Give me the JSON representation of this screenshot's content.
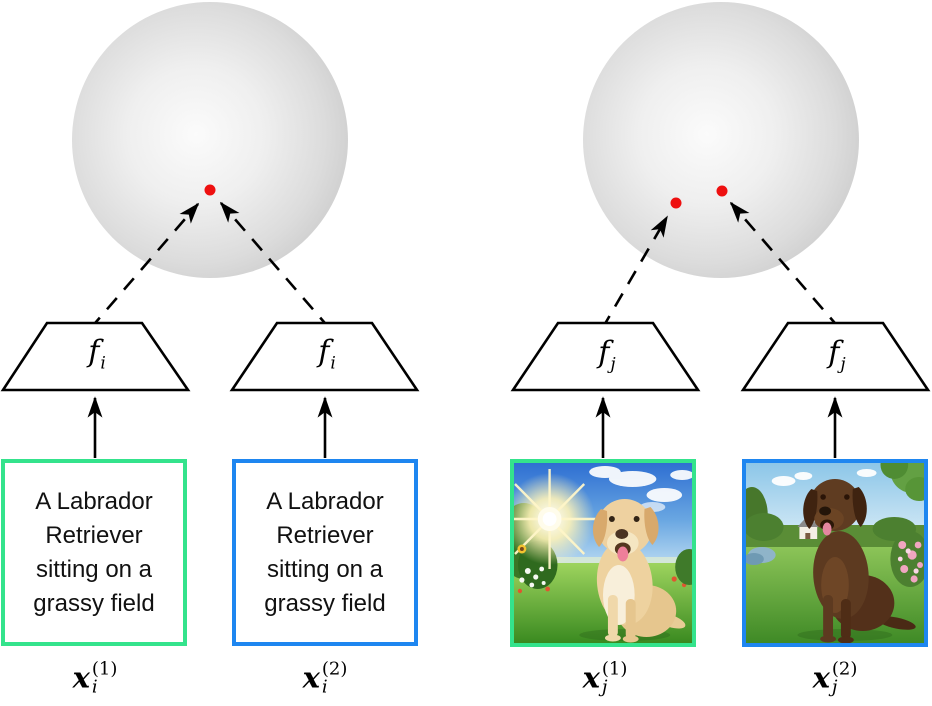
{
  "colors": {
    "green_border": "#34E38C",
    "blue_border": "#1E86F0",
    "red_dot": "#EE1010",
    "sphere_edge": "#C9C9C9",
    "sphere_center": "#FBFBFB"
  },
  "left_panel": {
    "encoders": [
      {
        "label": {
          "base": "f",
          "sub": "i"
        }
      },
      {
        "label": {
          "base": "f",
          "sub": "i"
        }
      }
    ],
    "inputs": [
      {
        "type": "text",
        "text": "A Labrador Retriever sitting on a grassy field",
        "border_color": "#34E38C",
        "label": {
          "base": "x",
          "sub": "i",
          "sup": "(1)"
        }
      },
      {
        "type": "text",
        "text": "A Labrador Retriever sitting on a grassy field",
        "border_color": "#1E86F0",
        "label": {
          "base": "x",
          "sub": "i",
          "sup": "(2)"
        }
      }
    ]
  },
  "right_panel": {
    "encoders": [
      {
        "label": {
          "base": "f",
          "sub": "j"
        }
      },
      {
        "label": {
          "base": "f",
          "sub": "j"
        }
      }
    ],
    "inputs": [
      {
        "type": "image",
        "description": "yellow Labrador Retriever sitting in a sunny grassy field",
        "border_color": "#34E38C",
        "label": {
          "base": "x",
          "sub": "j",
          "sup": "(1)"
        }
      },
      {
        "type": "image",
        "description": "chocolate Labrador Retriever sitting on a garden lawn",
        "border_color": "#1E86F0",
        "label": {
          "base": "x",
          "sub": "j",
          "sup": "(2)"
        }
      }
    ]
  }
}
